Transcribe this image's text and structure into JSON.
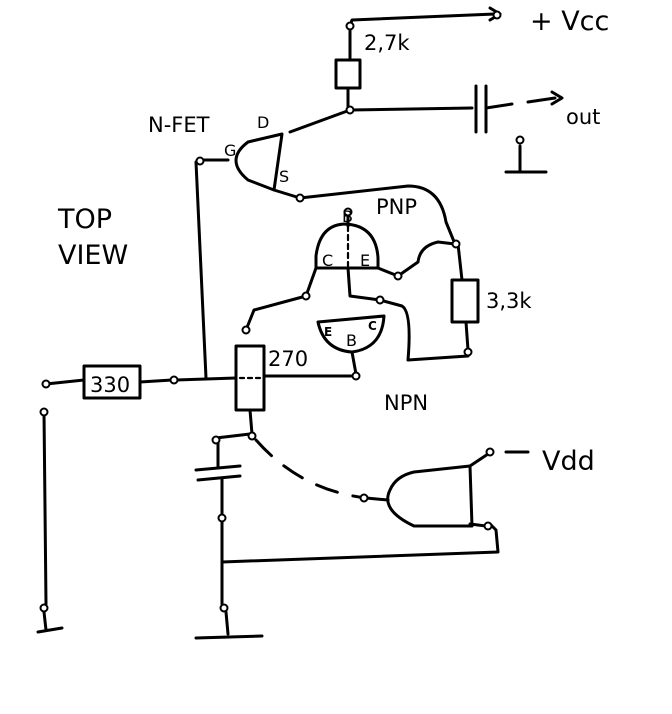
{
  "labels": {
    "vcc": "+ Vcc",
    "vdd": "Vdd",
    "out": "out",
    "nfet": "N-FET",
    "pnp": "PNP",
    "npn": "NPN",
    "top_view_1": "TOP",
    "top_view_2": "VIEW",
    "r_27k": "2,7k",
    "r_33k": "3,3k",
    "r_270": "270",
    "r_330": "330",
    "pin_d": "D",
    "pin_g": "G",
    "pin_s": "S",
    "pnp_b": "B",
    "pnp_c": "C",
    "pnp_e": "E",
    "npn_e": "E",
    "npn_b": "B",
    "npn_c": "C"
  }
}
